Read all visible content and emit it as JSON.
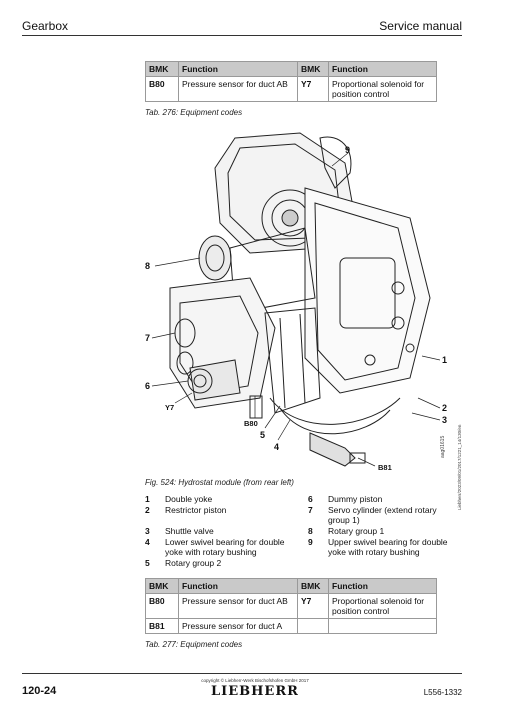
{
  "header": {
    "left": "Gearbox",
    "right": "Service manual"
  },
  "table1": {
    "headers": [
      "BMK",
      "Function",
      "BMK",
      "Function"
    ],
    "rows": [
      [
        "B80",
        "Pressure sensor for duct AB",
        "Y7",
        "Proportional solenoid for position control"
      ]
    ],
    "caption": "Tab. 276: Equipment codes"
  },
  "figure": {
    "callouts": [
      "9",
      "8",
      "7",
      "6",
      "Y7",
      "B80",
      "5",
      "4",
      "B81",
      "1",
      "2",
      "3"
    ],
    "side_code": "aag01615",
    "caption": "Fig. 524: Hydrostat module (from rear left)"
  },
  "legend": [
    {
      "num": "1",
      "text": "Double yoke"
    },
    {
      "num": "2",
      "text": "Restrictor piston"
    },
    {
      "num": "3",
      "text": "Shuttle valve"
    },
    {
      "num": "4",
      "text": "Lower swivel bearing for double yoke with rotary bushing"
    },
    {
      "num": "5",
      "text": "Rotary group 2"
    },
    {
      "num": "6",
      "text": "Dummy piston"
    },
    {
      "num": "7",
      "text": "Servo cylinder (extend rotary group 1)"
    },
    {
      "num": "8",
      "text": "Rotary group 1"
    },
    {
      "num": "9",
      "text": "Upper swivel bearing for double yoke with rotary bushing"
    }
  ],
  "table2": {
    "headers": [
      "BMK",
      "Function",
      "BMK",
      "Function"
    ],
    "rows": [
      [
        "B80",
        "Pressure sensor for duct AB",
        "Y7",
        "Proportional solenoid for position control"
      ],
      [
        "B81",
        "Pressure sensor for duct A",
        "",
        ""
      ]
    ],
    "caption": "Tab. 277: Equipment codes"
  },
  "side_doc_code": "Liebherr/2023/09/01/2017/1221_14/130/en",
  "footer": {
    "page": "120-24",
    "copyright": "copyright © Liebherr-Werk Bischofshofen GmbH 2017",
    "logo": "LIEBHERR",
    "doc_id": "L556-1332"
  }
}
